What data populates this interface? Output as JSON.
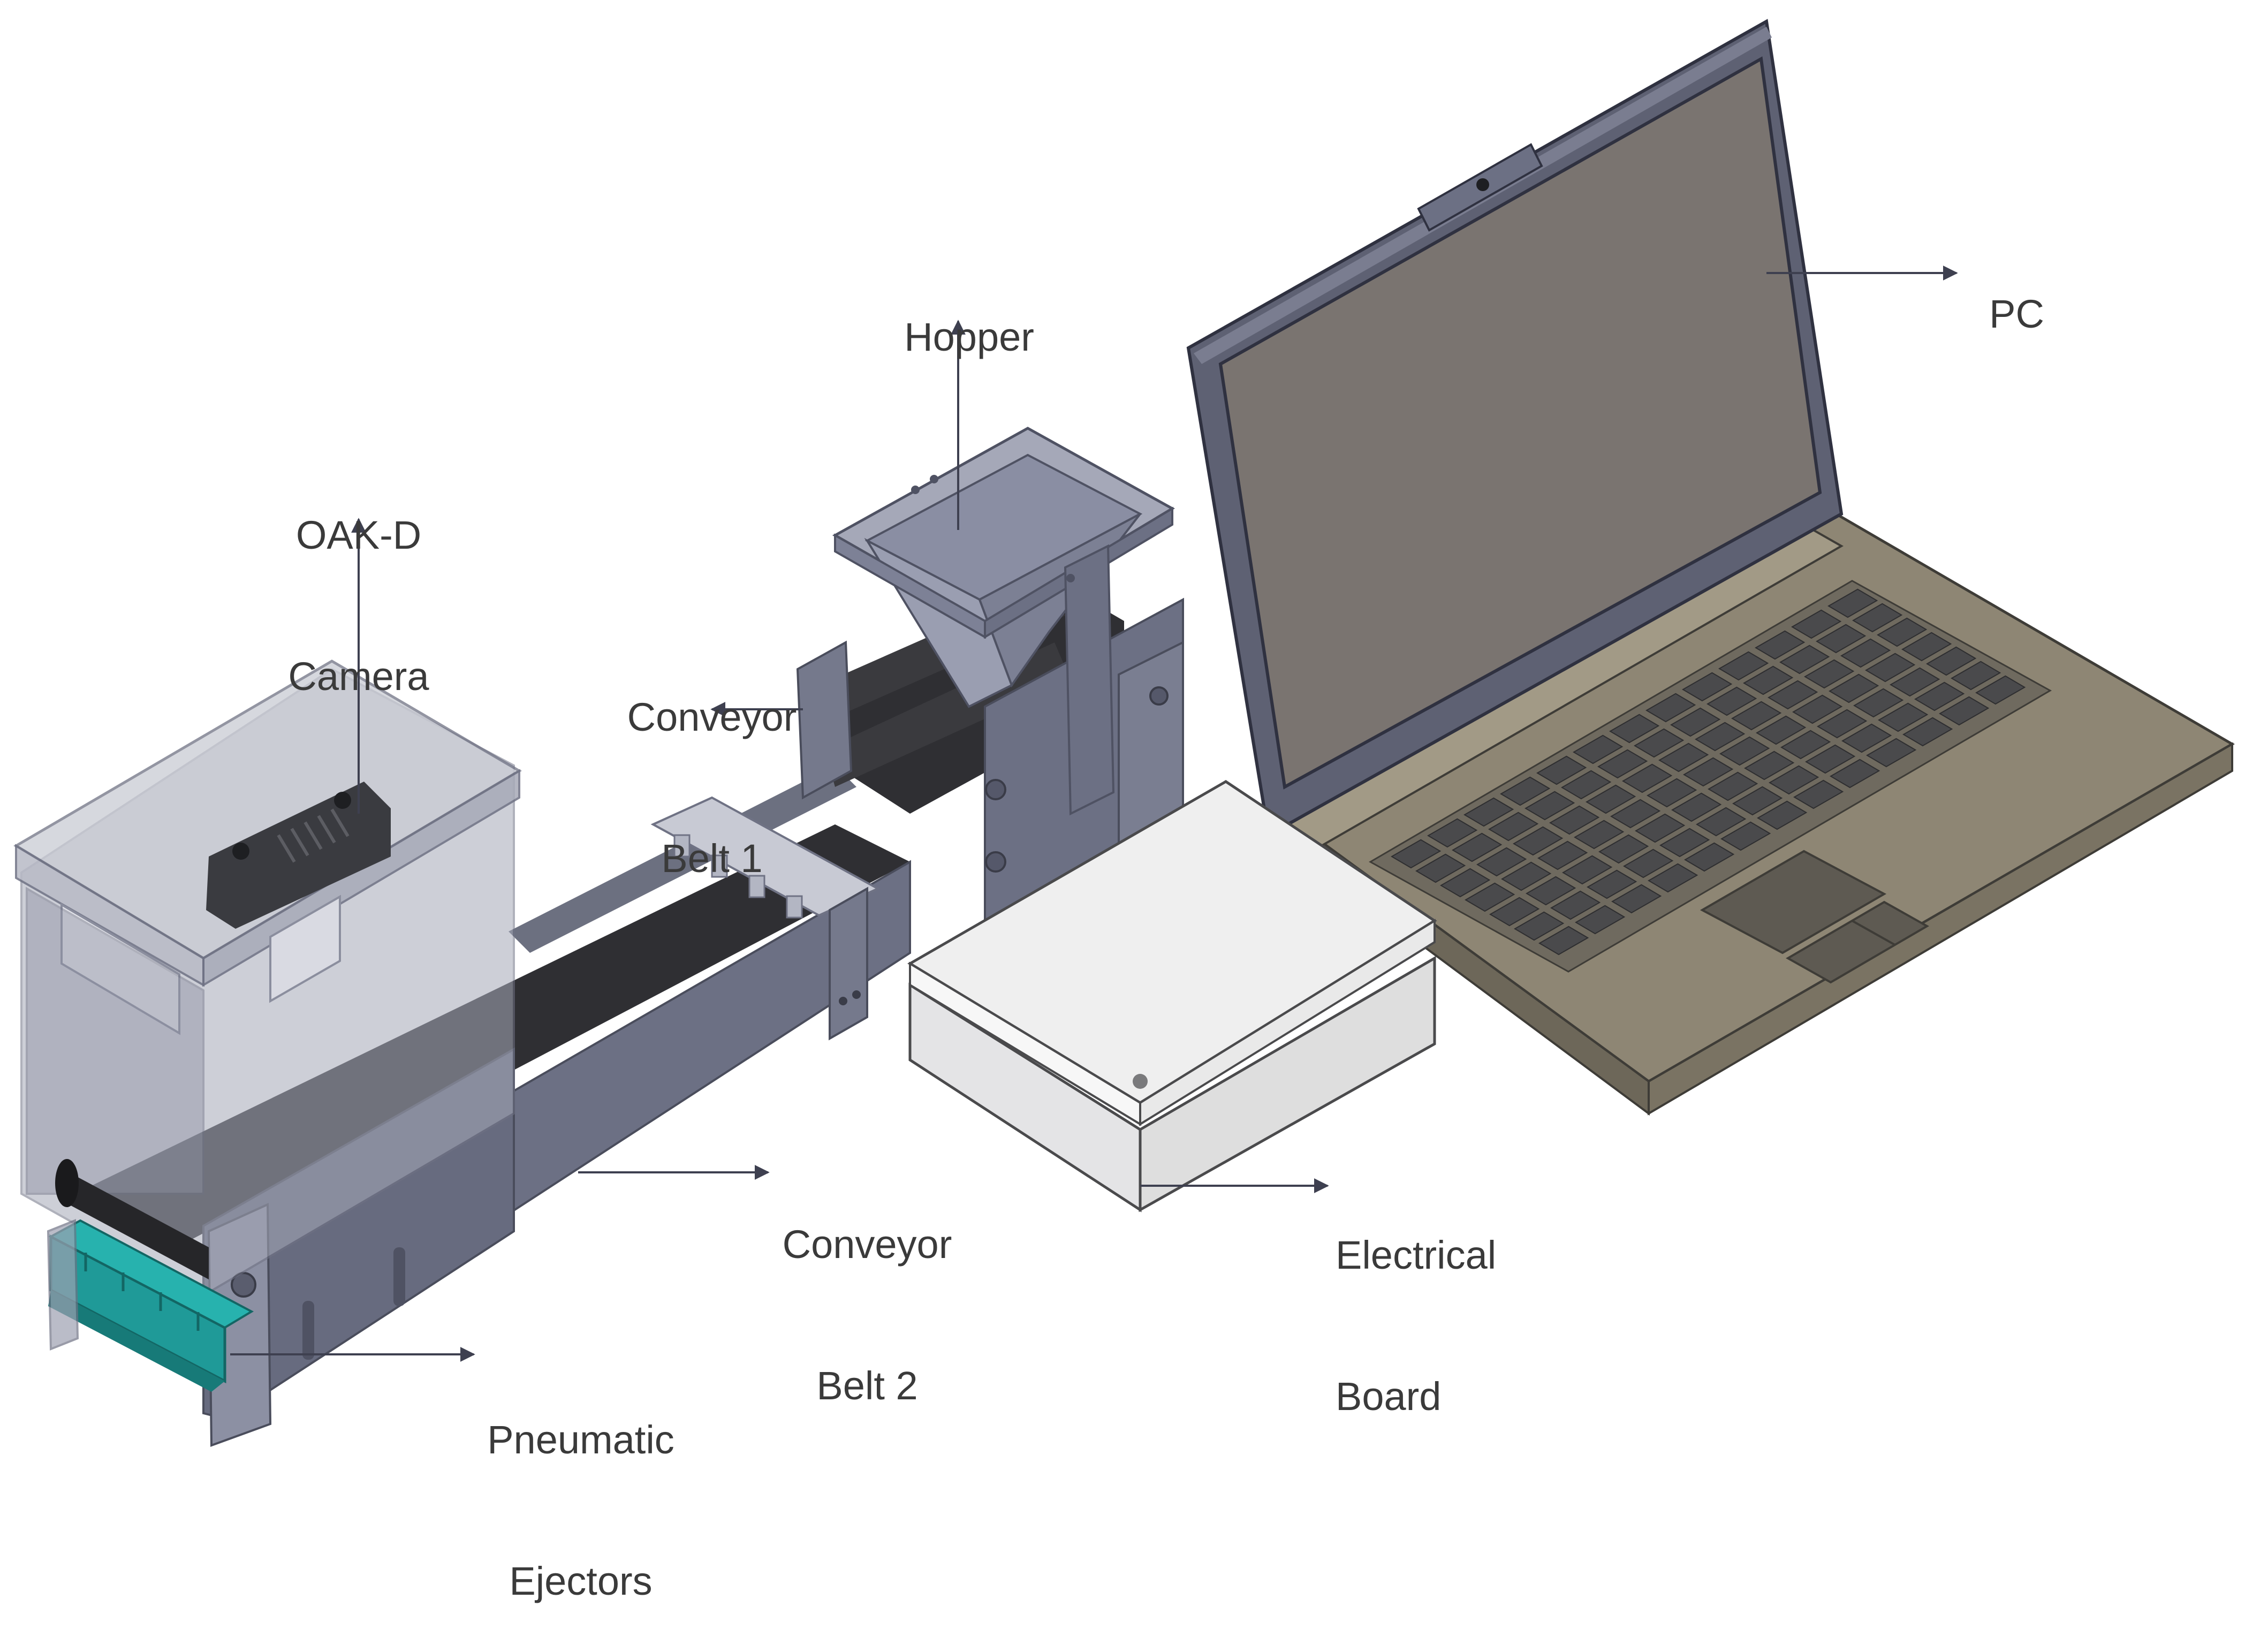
{
  "labels": {
    "hopper": "Hopper",
    "camera_line1": "OAK-D",
    "camera_line2": "Camera",
    "belt1_line1": "Conveyor",
    "belt1_line2": "Belt 1",
    "belt2_line1": "Conveyor",
    "belt2_line2": "Belt 2",
    "pc": "PC",
    "electrical_line1": "Electrical",
    "electrical_line2": "Board",
    "ejectors_line1": "Pneumatic",
    "ejectors_line2": "Ejectors"
  },
  "colors": {
    "frame": "#6c7084",
    "frame_dark": "#565a6c",
    "belt": "#2f2f33",
    "hopper": "#8a8ea3",
    "enclosure": "#c9cbd3",
    "ejector": "#1f9a98",
    "laptop_lid": "#5e6173",
    "laptop_screen": "#7a7470",
    "laptop_base": "#8e8674",
    "key": "#4a4a4c",
    "box": "#efefef",
    "arrow": "#3e4050"
  }
}
